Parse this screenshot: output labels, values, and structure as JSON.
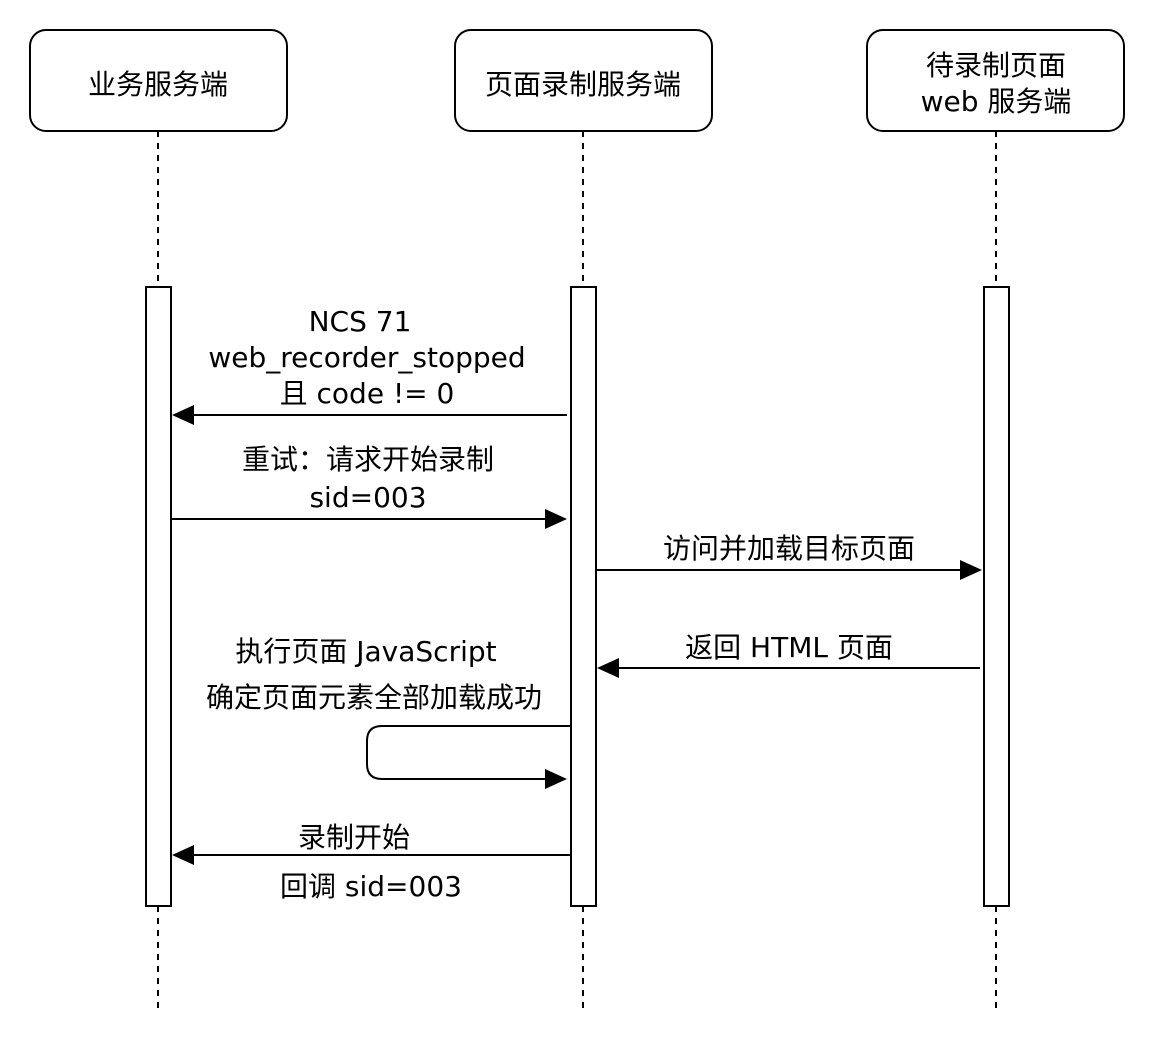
{
  "participants": [
    {
      "lines": [
        "业务服务端"
      ]
    },
    {
      "lines": [
        "页面录制服务端"
      ]
    },
    {
      "lines": [
        "待录制页面",
        "web 服务端"
      ]
    }
  ],
  "messages": [
    {
      "lines": [
        "NCS 71",
        "web_recorder_stopped",
        "且 code != 0"
      ]
    },
    {
      "lines": [
        "重试：请求开始录制",
        "sid=003"
      ]
    },
    {
      "lines": [
        "访问并加载目标页面"
      ]
    },
    {
      "lines": [
        "返回 HTML 页面"
      ]
    },
    {
      "lines": [
        "执行页面 JavaScript",
        "确定页面元素全部加载成功"
      ]
    },
    {
      "lines": [
        "录制开始",
        "回调 sid=003"
      ]
    }
  ]
}
